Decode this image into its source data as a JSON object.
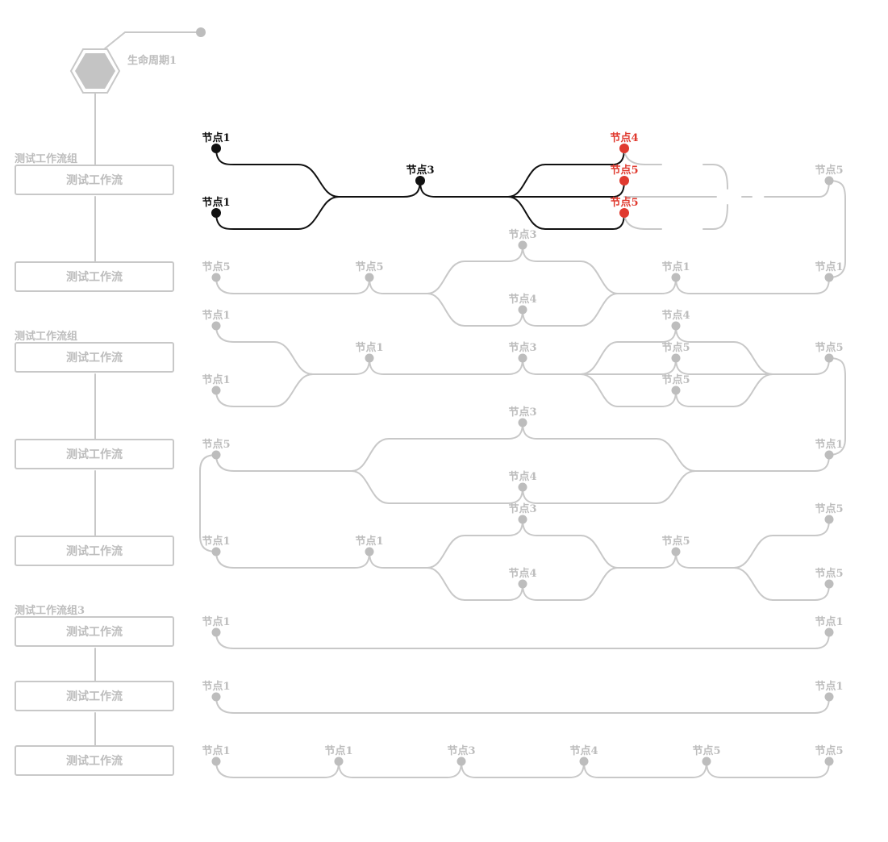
{
  "lifecycle": {
    "label": "生命周期1"
  },
  "groups": [
    {
      "label": "测试工作流组"
    },
    {
      "label": "测试工作流组"
    },
    {
      "label": "测试工作流组3"
    }
  ],
  "workflows": [
    {
      "label": "测试工作流"
    },
    {
      "label": "测试工作流"
    },
    {
      "label": "测试工作流"
    },
    {
      "label": "测试工作流"
    },
    {
      "label": "测试工作流"
    },
    {
      "label": "测试工作流"
    },
    {
      "label": "测试工作流"
    },
    {
      "label": "测试工作流"
    }
  ],
  "nodes": [
    {
      "label": "节点1",
      "state": "active"
    },
    {
      "label": "节点1",
      "state": "active"
    },
    {
      "label": "节点3",
      "state": "active"
    },
    {
      "label": "节点4",
      "state": "error"
    },
    {
      "label": "节点5",
      "state": "error"
    },
    {
      "label": "节点5",
      "state": "error"
    },
    {
      "label": "节点5",
      "state": "inactive"
    },
    {
      "label": "节点5",
      "state": "inactive"
    },
    {
      "label": "节点5",
      "state": "inactive"
    },
    {
      "label": "节点3",
      "state": "inactive"
    },
    {
      "label": "节点4",
      "state": "inactive"
    },
    {
      "label": "节点1",
      "state": "inactive"
    },
    {
      "label": "节点1",
      "state": "inactive"
    },
    {
      "label": "节点1",
      "state": "inactive"
    },
    {
      "label": "节点1",
      "state": "inactive"
    },
    {
      "label": "节点1",
      "state": "inactive"
    },
    {
      "label": "节点3",
      "state": "inactive"
    },
    {
      "label": "节点4",
      "state": "inactive"
    },
    {
      "label": "节点5",
      "state": "inactive"
    },
    {
      "label": "节点5",
      "state": "inactive"
    },
    {
      "label": "节点5",
      "state": "inactive"
    },
    {
      "label": "节点5",
      "state": "inactive"
    },
    {
      "label": "节点3",
      "state": "inactive"
    },
    {
      "label": "节点4",
      "state": "inactive"
    },
    {
      "label": "节点1",
      "state": "inactive"
    },
    {
      "label": "节点1",
      "state": "inactive"
    },
    {
      "label": "节点1",
      "state": "inactive"
    },
    {
      "label": "节点3",
      "state": "inactive"
    },
    {
      "label": "节点4",
      "state": "inactive"
    },
    {
      "label": "节点5",
      "state": "inactive"
    },
    {
      "label": "节点5",
      "state": "inactive"
    },
    {
      "label": "节点5",
      "state": "inactive"
    },
    {
      "label": "节点1",
      "state": "inactive"
    },
    {
      "label": "节点1",
      "state": "inactive"
    },
    {
      "label": "节点1",
      "state": "inactive"
    },
    {
      "label": "节点1",
      "state": "inactive"
    },
    {
      "label": "节点1",
      "state": "inactive"
    },
    {
      "label": "节点1",
      "state": "inactive"
    },
    {
      "label": "节点3",
      "state": "inactive"
    },
    {
      "label": "节点4",
      "state": "inactive"
    },
    {
      "label": "节点5",
      "state": "inactive"
    },
    {
      "label": "节点5",
      "state": "inactive"
    }
  ],
  "colors": {
    "active": "#111111",
    "error": "#e03a2f",
    "inactive": "#bdbdbd",
    "box_border": "#c8c8c8"
  }
}
